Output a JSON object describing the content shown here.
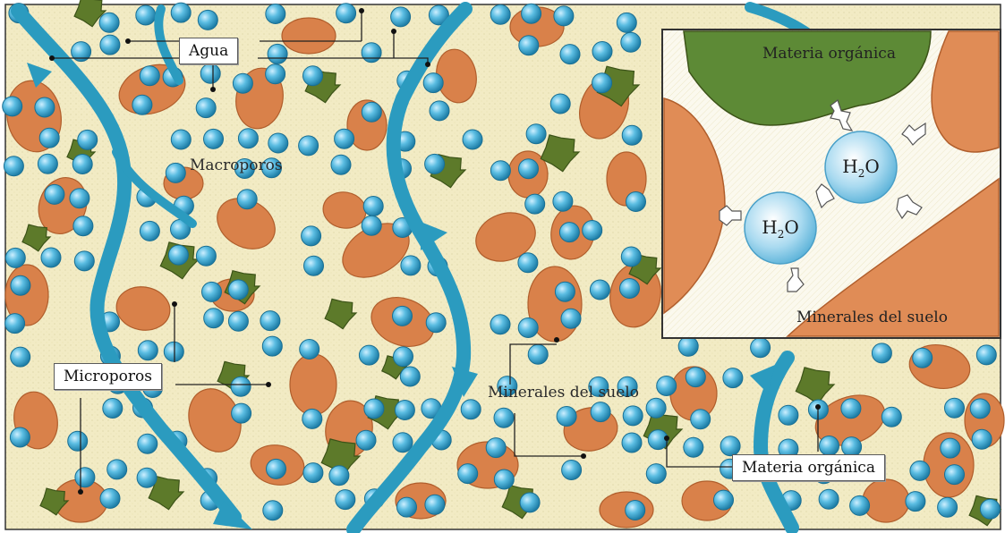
{
  "labels": {
    "agua": "Agua",
    "macroporos": "Macroporos",
    "microporos": "Microporos",
    "minerales_del_suelo": "Minerales del suelo",
    "materia_organica": "Materia orgánica"
  },
  "inset": {
    "materia_organica": "Materia orgánica",
    "minerales_del_suelo": "Minerales del suelo",
    "molecule_main": "H",
    "molecule_sub": "2",
    "molecule_end": "O"
  },
  "colors": {
    "background": "#f3ecc8",
    "water_channel": "#2b9bbf",
    "water_drop": "#3aa7d2",
    "mineral": "#d9814a",
    "organic_matter": "#5d7a2a",
    "inset_bg": "#fbfaf0"
  },
  "icons": [
    "arrow-icon",
    "double-arrow-icon"
  ]
}
